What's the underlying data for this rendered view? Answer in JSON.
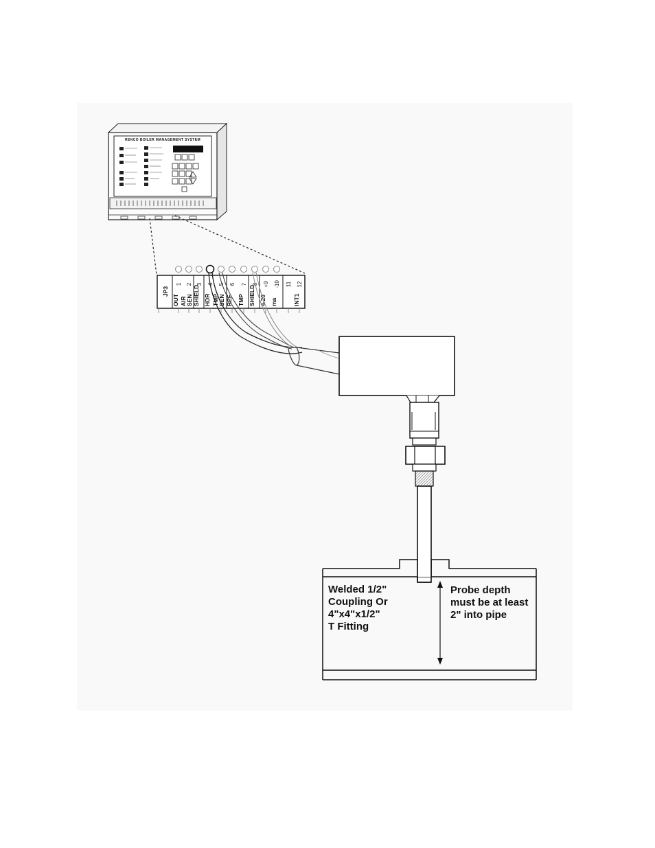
{
  "controller": {
    "title": "RENCO BOILER MANAGEMENT SYSTEM"
  },
  "terminal_strip": {
    "terminals": [
      {
        "number": "",
        "label": "JP3"
      },
      {
        "number": "1",
        "label": "OUT"
      },
      {
        "number": "2",
        "label": "AIR SEN"
      },
      {
        "number": "3",
        "label": "SHIELD"
      },
      {
        "number": "4",
        "label": "HDR"
      },
      {
        "number": "5",
        "label": "TMP SEN"
      },
      {
        "number": "6",
        "label": "REF"
      },
      {
        "number": "7",
        "label": "TMP"
      },
      {
        "number": "8",
        "label": "SHIELD"
      },
      {
        "number": "+9",
        "label": "4-20"
      },
      {
        "number": "-10",
        "label": "ma"
      },
      {
        "number": "11",
        "label": ""
      },
      {
        "number": "12",
        "label": "INT1"
      }
    ]
  },
  "notes": {
    "fitting": [
      "Welded 1/2\"",
      "Coupling Or",
      "4\"x4\"x1/2\"",
      "T Fitting"
    ],
    "probe": [
      "Probe depth",
      "must be at least",
      "2\" into pipe"
    ]
  }
}
